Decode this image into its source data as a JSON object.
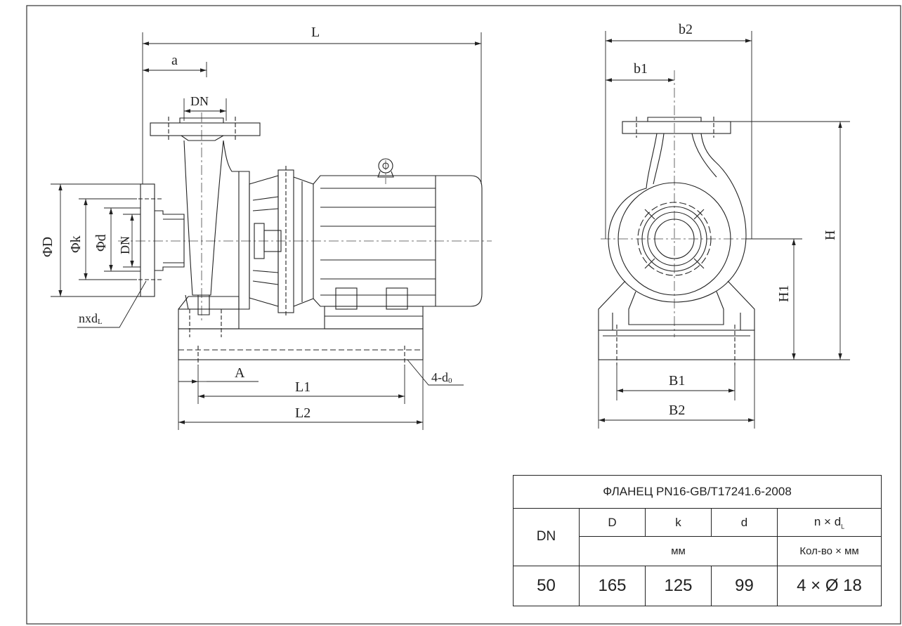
{
  "side_view": {
    "dims": {
      "L": "L",
      "a": "a",
      "DN_top": "DN",
      "phi_D": "ΦD",
      "phi_k": "Φk",
      "phi_d": "Φd",
      "DN_side": "DN",
      "nxdL": "nxd",
      "nxdL_sub": "L",
      "A": "A",
      "L1": "L1",
      "L2": "L2",
      "four_d0": "4-d",
      "four_d0_sub": "0"
    }
  },
  "front_view": {
    "dims": {
      "b2": "b2",
      "b1": "b1",
      "H": "H",
      "H1": "H1",
      "B1": "B1",
      "B2": "B2"
    }
  },
  "flange_table": {
    "title": "ФЛАНЕЦ PN16-GB/T17241.6-2008",
    "col_dn": "DN",
    "col_D": "D",
    "col_k": "k",
    "col_d": "d",
    "col_n": "n × d",
    "col_n_sub": "L",
    "unit_mm": "мм",
    "unit_count": "Кол-во × мм",
    "values": {
      "dn": "50",
      "D": "165",
      "k": "125",
      "d": "99",
      "n": "4 × Ø 18"
    }
  }
}
